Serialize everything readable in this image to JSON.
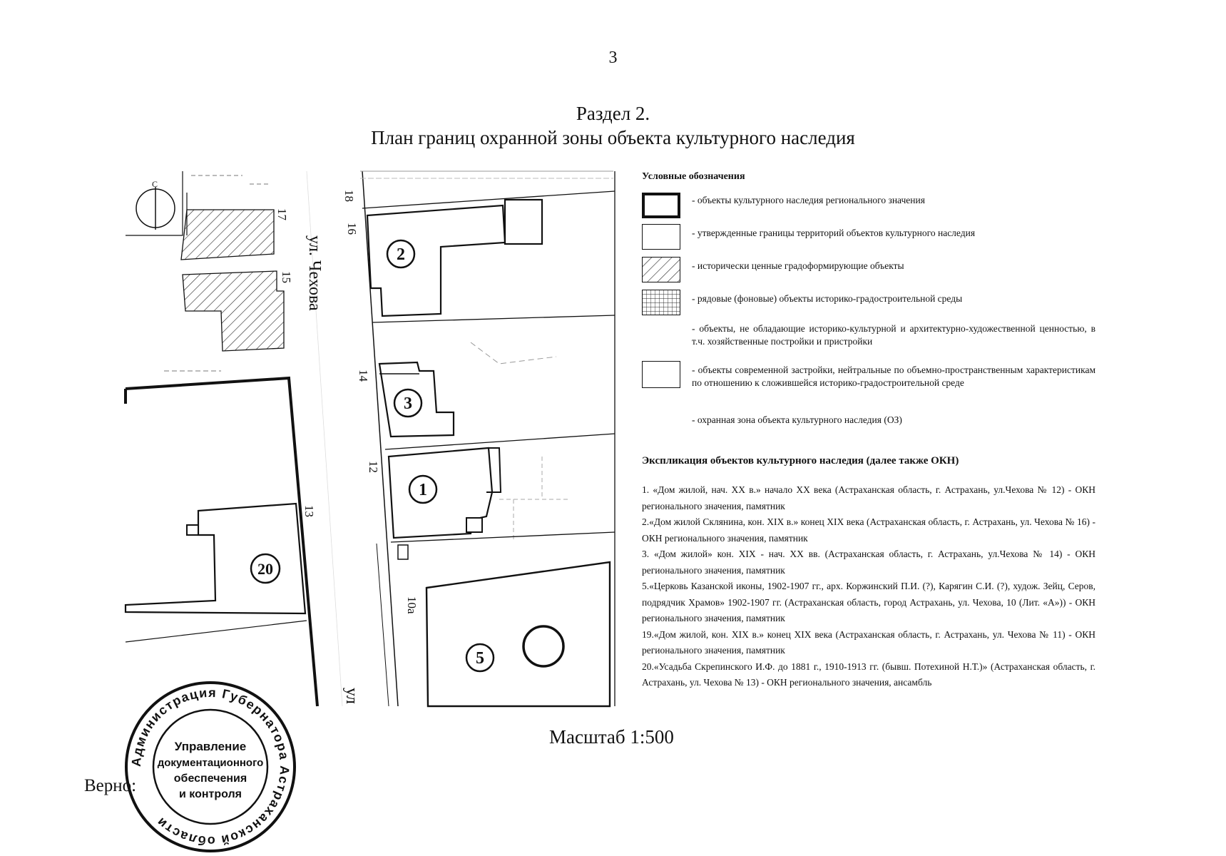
{
  "page_number": "3",
  "title": {
    "line1": "Раздел 2.",
    "line2": "План границ охранной зоны объекта культурного наследия"
  },
  "map": {
    "north_label": "С",
    "street_name": "ул. Чехова",
    "street_name_bottom": "ул",
    "house_numbers": [
      "18",
      "16",
      "17",
      "15",
      "14",
      "12",
      "13",
      "10а"
    ],
    "object_markers": [
      "2",
      "3",
      "1",
      "20",
      "5"
    ]
  },
  "legend": {
    "heading": "Условные обозначения",
    "items": [
      {
        "swatch": "bold-border",
        "text": "- объекты культурного наследия регионального значения"
      },
      {
        "swatch": "thin-border",
        "text": "- утвержденные границы территорий объектов культурного наследия"
      },
      {
        "swatch": "hatched",
        "text": "- исторически ценные градоформирующие объекты"
      },
      {
        "swatch": "crosshatched",
        "text": "- рядовые (фоновые) объекты историко-градостроительной среды"
      },
      {
        "swatch": "none",
        "text": "- объекты, не обладающие историко-культурной и архитектурно-художественной ценностью, в т.ч. хозяйственные постройки и пристройки"
      },
      {
        "swatch": "plain",
        "text": "- объекты современной застройки, нейтральные по объемно-пространственным характеристикам по отношению к сложившейся историко-градостроительной среде"
      },
      {
        "swatch": "none",
        "text": "- охранная зона объекта культурного наследия (ОЗ)"
      }
    ]
  },
  "explication": {
    "title": "Экспликация объектов культурного наследия (далее также ОКН)",
    "items": [
      "1. «Дом жилой, нач. XX в.» начало XX века (Астраханская область, г. Астрахань, ул.Чехова № 12) - ОКН регионального значения, памятник",
      "2.«Дом жилой Склянина, кон. XIX в.» конец XIX века (Астраханская область, г. Астрахань, ул. Чехова № 16) - ОКН регионального значения, памятник",
      "3. «Дом жилой» кон. XIX - нач. XX вв. (Астраханская область, г. Астрахань, ул.Чехова № 14) - ОКН регионального значения, памятник",
      "5.«Церковь Казанской иконы, 1902-1907 гг., арх. Коржинский П.И. (?), Карягин С.И. (?), худож. Зейц, Серов, подрядчик Храмов» 1902-1907 гг. (Астраханская область, город Астрахань, ул. Чехова, 10 (Лит. «А»)) - ОКН регионального значения, памятник",
      "19.«Дом жилой, кон. XIX в.» конец XIX века (Астраханская область, г. Астрахань, ул. Чехова № 11) - ОКН регионального значения, памятник",
      "20.«Усадьба Скрепинского И.Ф. до 1881 г., 1910-1913 гг. (бывш. Потехиной Н.Т.)» (Астраханская область, г. Астрахань, ул. Чехова № 13) - ОКН регионального значения, ансамбль"
    ]
  },
  "scale": "Масштаб 1:500",
  "certification": "Верно:",
  "stamp": {
    "ring_text": "Администрация Губернатора Астраханской области",
    "center_lines": [
      "Управление",
      "документационного",
      "обеспечения",
      "и контроля"
    ]
  }
}
